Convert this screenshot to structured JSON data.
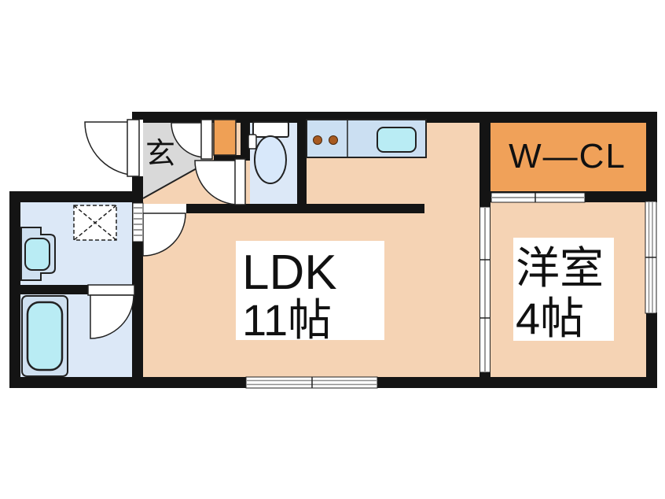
{
  "colors": {
    "background": "#ffffff",
    "wall": "#141414",
    "floor": "#f5d3b4",
    "closet": "#f0a159",
    "cabinet": "#efa055",
    "entry_gray": "#d9d9d9",
    "wet_floor": "#dce8f7",
    "counter": "#cbdff2",
    "fixture_cyan": "#b9ecf4",
    "fixture_rim": "#cfe0f0",
    "toilet_bowl": "#d8e8fa",
    "burner": "#a85a20",
    "door_white": "#ffffff",
    "label_bg": "#ffffff",
    "text": "#111111"
  },
  "labels": {
    "entry": "玄",
    "walk_in_closet": "W—CL",
    "ldk_name": "LDK",
    "ldk_size": "11帖",
    "western_room_name": "洋室",
    "western_room_size": "4帖"
  },
  "fixtures": {
    "kitchen_stove": "stove-two-burners",
    "kitchen_sink": "kitchen-sink",
    "toilet": "toilet",
    "washbasin": "washbasin",
    "washing_machine": "washing-machine-pan",
    "bathtub": "bathtub"
  }
}
